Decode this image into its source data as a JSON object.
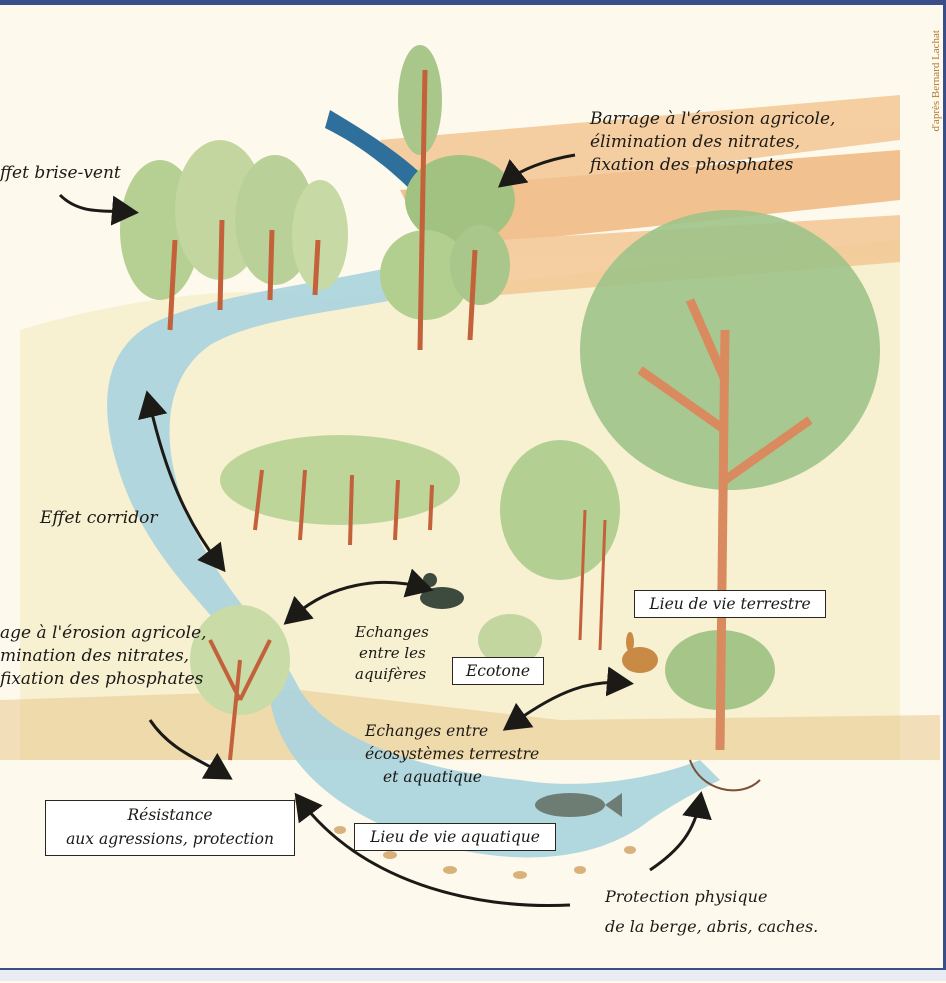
{
  "credit": "d'après Bernard Lachat",
  "labels": {
    "brise_vent": "ffet brise-vent",
    "barrage_right": [
      "Barrage à l'érosion agricole,",
      "élimination des nitrates,",
      "fixation des phosphates"
    ],
    "corridor": "Effet corridor",
    "barrage_left": [
      "age à l'érosion agricole,",
      "mination des nitrates,",
      "fixation des phosphates"
    ],
    "echanges_aquiferes": [
      "Echanges",
      "entre les",
      "aquifères"
    ],
    "echanges_ecosystemes": [
      "Echanges entre",
      "écosystèmes terrestre",
      "et aquatique"
    ],
    "protection_physique": [
      "Protection physique",
      "de la berge, abris, caches."
    ]
  },
  "boxes": {
    "lieu_terrestre": "Lieu de vie terrestre",
    "ecotone": "Ecotone",
    "resistance": [
      "Résistance",
      "aux agressions, protection"
    ],
    "lieu_aquatique": "Lieu de vie aquatique"
  },
  "colors": {
    "river_light": "#a9d3de",
    "river_dark": "#2f6f9b",
    "field_orange": "#f0b77a",
    "foliage": "#a9c78a",
    "trunk": "#c2613a",
    "ink": "#1c1a17"
  }
}
